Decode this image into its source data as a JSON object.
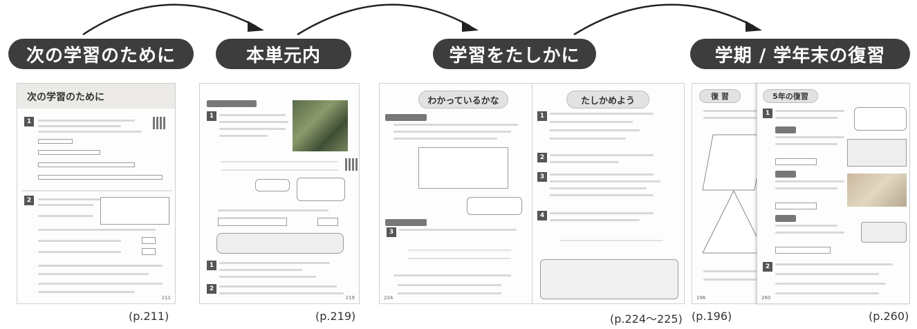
{
  "sections": [
    {
      "label": "次の学習のために"
    },
    {
      "label": "本単元内"
    },
    {
      "label": "学習をたしかに"
    },
    {
      "label": "学期 / 学年末の復習"
    }
  ],
  "pages": {
    "p211": {
      "header": "次の学習のために",
      "page_no": "211",
      "caption": "(p.211)"
    },
    "p219": {
      "page_no": "219",
      "caption": "(p.219)"
    },
    "p224": {
      "header_left": "わかっているかな",
      "header_right": "たしかめよう",
      "page_no": "224",
      "caption": "(p.224〜225)"
    },
    "p196": {
      "header": "復 習",
      "page_no": "196",
      "caption": "(p.196)"
    },
    "p260": {
      "header": "5年の復習",
      "page_no": "260",
      "caption": "(p.260)"
    }
  },
  "colors": {
    "pill": "#3d3d3d",
    "arc": "#222222"
  },
  "icons": {
    "arc_arrow": "arrow-curved-icon"
  }
}
